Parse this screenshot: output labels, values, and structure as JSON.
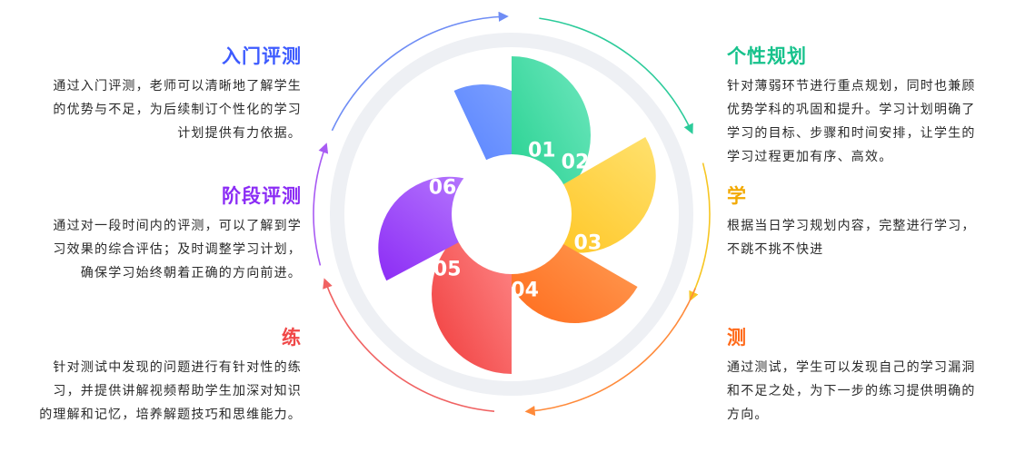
{
  "blocks": {
    "b1": {
      "title": "入门评测",
      "color": "#3D5BFF",
      "lines": [
        "通过入门评测，老师可以清晰地了解学生",
        "的优势与不足，为后续制订个性化的学习",
        "计划提供有力依据。"
      ]
    },
    "b2": {
      "title": "阶段评测",
      "color": "#8B2CF5",
      "lines": [
        "通过对一段时间内的评测，可以了解到学",
        "习效果的综合评估；及时调整学习计划，",
        "确保学习始终朝着正确的方向前进。"
      ]
    },
    "b3": {
      "title": "练",
      "color": "#F04848",
      "lines": [
        "针对测试中发现的问题进行有针对性的练",
        "习，并提供讲解视频帮助学生加深对知识",
        "的理解和记忆，培养解题技巧和思维能力。"
      ]
    },
    "b4": {
      "title": "个性规划",
      "color": "#17C28C",
      "lines": [
        "针对薄弱环节进行重点规划，同时也兼顾",
        "优势学科的巩固和提升。学习计划明确了",
        "学习的目标、步骤和时间安排，让学生的",
        "学习过程更加有序、高效。"
      ]
    },
    "b5": {
      "title": "学",
      "color": "#F2A900",
      "lines": [
        "根据当日学习规划内容，完整进行学习，",
        "不跳不挑不快进"
      ]
    },
    "b6": {
      "title": "测",
      "color": "#FF6A1A",
      "lines": [
        "通过测试，学生可以发现自己的学习漏洞",
        "和不足之处，为下一步的练习提供明确的",
        "方向。"
      ]
    }
  },
  "petals": [
    {
      "label": "01",
      "from": "#4E7BFF",
      "to": "#86A8FF",
      "arrow": "#6F8DF5"
    },
    {
      "label": "02",
      "from": "#22D08E",
      "to": "#6FE7BE",
      "arrow": "#2CCB9A"
    },
    {
      "label": "03",
      "from": "#FFC21A",
      "to": "#FFE16E",
      "arrow": "#F7C623"
    },
    {
      "label": "04",
      "from": "#FF6A1A",
      "to": "#FFA45E",
      "arrow": "#FF8A3A"
    },
    {
      "label": "05",
      "from": "#F03C3C",
      "to": "#FF8C8C",
      "arrow": "#F06262"
    },
    {
      "label": "06",
      "from": "#8C2CF5",
      "to": "#BC84FF",
      "arrow": "#A85BF3"
    }
  ]
}
